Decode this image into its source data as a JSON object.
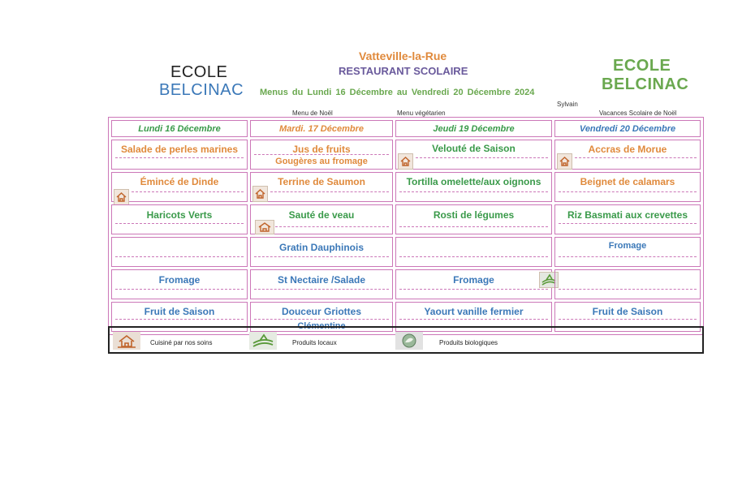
{
  "header": {
    "left_line1": "ECOLE",
    "left_line2": "BELCINAC",
    "right_line1": "ECOLE",
    "right_line2": "BELCINAC",
    "town": "Vatteville-la-Rue",
    "restaurant": "RESTAURANT SCOLAIRE",
    "menus_line": "Menus du  Lundi 16  Décembre      au  Vendredi 20  Décembre  2024",
    "author": "Sylvain"
  },
  "notes": {
    "noel": "Menu de Noël",
    "vegetarien": "Menu végétarien",
    "vacances": "Vacances Scolaire de Noël"
  },
  "days": [
    "Lundi  16 Décembre",
    "Mardi. 17 Décembre",
    "Jeudi 19 Décembre",
    "Vendredi 20 Décembre"
  ],
  "rows": [
    {
      "items": [
        "Salade de perles marines",
        "Jus de fruits",
        "Velouté de Saison",
        "Accras de Morue"
      ],
      "extra_tue": "Gougères au fromage"
    },
    {
      "items": [
        "Émincé de Dinde",
        "Terrine de Saumon",
        "Tortilla omelette/aux oignons",
        "Beignet de calamars"
      ]
    },
    {
      "items": [
        "Haricots  Verts",
        "Sauté de veau",
        "Rosti de légumes",
        "Riz Basmati aux crevettes"
      ]
    },
    {
      "items": [
        "",
        "Gratin Dauphinois",
        "",
        "Fromage"
      ]
    },
    {
      "items": [
        "Fromage",
        "St Nectaire /Salade",
        "Fromage",
        ""
      ]
    },
    {
      "items": [
        "Fruit de Saison",
        "Douceur Griottes",
        "Yaourt vanille fermier",
        "Fruit de Saison"
      ],
      "extra_tue": "Clémentine"
    }
  ],
  "legend": {
    "maison": "Cuisiné par nos soins",
    "locaux": "Produits locaux",
    "bio": "Produits biologiques"
  },
  "colors": {
    "grid": "#cc77b8",
    "green": "#6aa84f",
    "blue": "#3b78b8",
    "orange": "#e08a3c",
    "dark_green": "#3a9a4a"
  }
}
